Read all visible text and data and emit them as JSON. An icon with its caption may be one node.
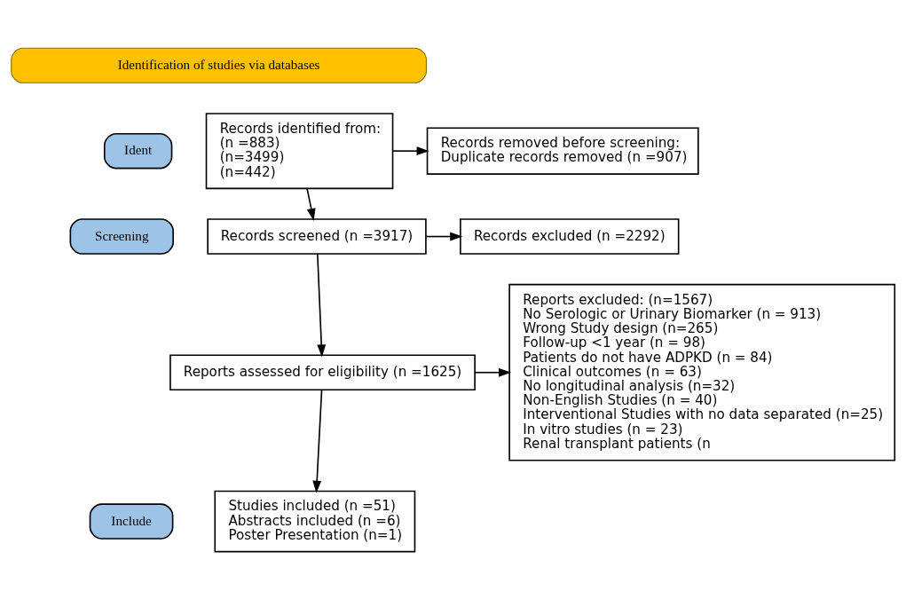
{
  "diagram": {
    "nodes": [
      {
        "text": [
          "Ident"
        ]
      },
      {
        "text": [
          "Screening"
        ]
      },
      {
        "text": [
          "Include"
        ]
      },
      {
        "text": [
          "Identification of studies via databases"
        ]
      },
      {
        "text": [
          "Records identified from:",
          "(n =883)",
          "(n=3499)",
          "(n=442)"
        ]
      },
      {
        "text": [
          "Records removed before screening:",
          "Duplicate records removed (n =907)"
        ]
      },
      {
        "text": [
          "Records screened (n =3917)"
        ]
      },
      {
        "text": [
          "Records excluded (n =2292)"
        ]
      },
      {
        "text": [
          "Reports assessed for eligibility (n =1625)"
        ]
      },
      {
        "text": [
          "Reports excluded: (n=1567)",
          "No Serologic or Urinary Biomarker (n = 913)",
          "Wrong Study design (n=265)",
          "Follow-up <1 year (n = 98)",
          "Patients do not have ADPKD (n = 84)",
          "Clinical outcomes (n = 63)",
          "No longitudinal analysis (n=32)",
          "Non-English Studies (n = 40)",
          "Interventional Studies with no data separated (n=25)",
          "In vitro studies (n = 23)",
          "Renal transplant patients (n"
        ]
      },
      {
        "text": [
          "Studies included (n =51)",
          "Abstracts included (n =6)",
          "Poster Presentation (n=1)"
        ]
      }
    ],
    "edges": [
      {
        "from": 4,
        "to": 6,
        "arrow": "to"
      },
      {
        "from": 6,
        "to": 8,
        "arrow": "to"
      },
      {
        "from": 8,
        "to": 10,
        "arrow": "to"
      },
      {
        "from": 4,
        "to": 5,
        "arrow": "to"
      },
      {
        "from": 6,
        "to": 7,
        "arrow": "to"
      },
      {
        "from": 8,
        "to": 9,
        "arrow": "to"
      }
    ]
  }
}
